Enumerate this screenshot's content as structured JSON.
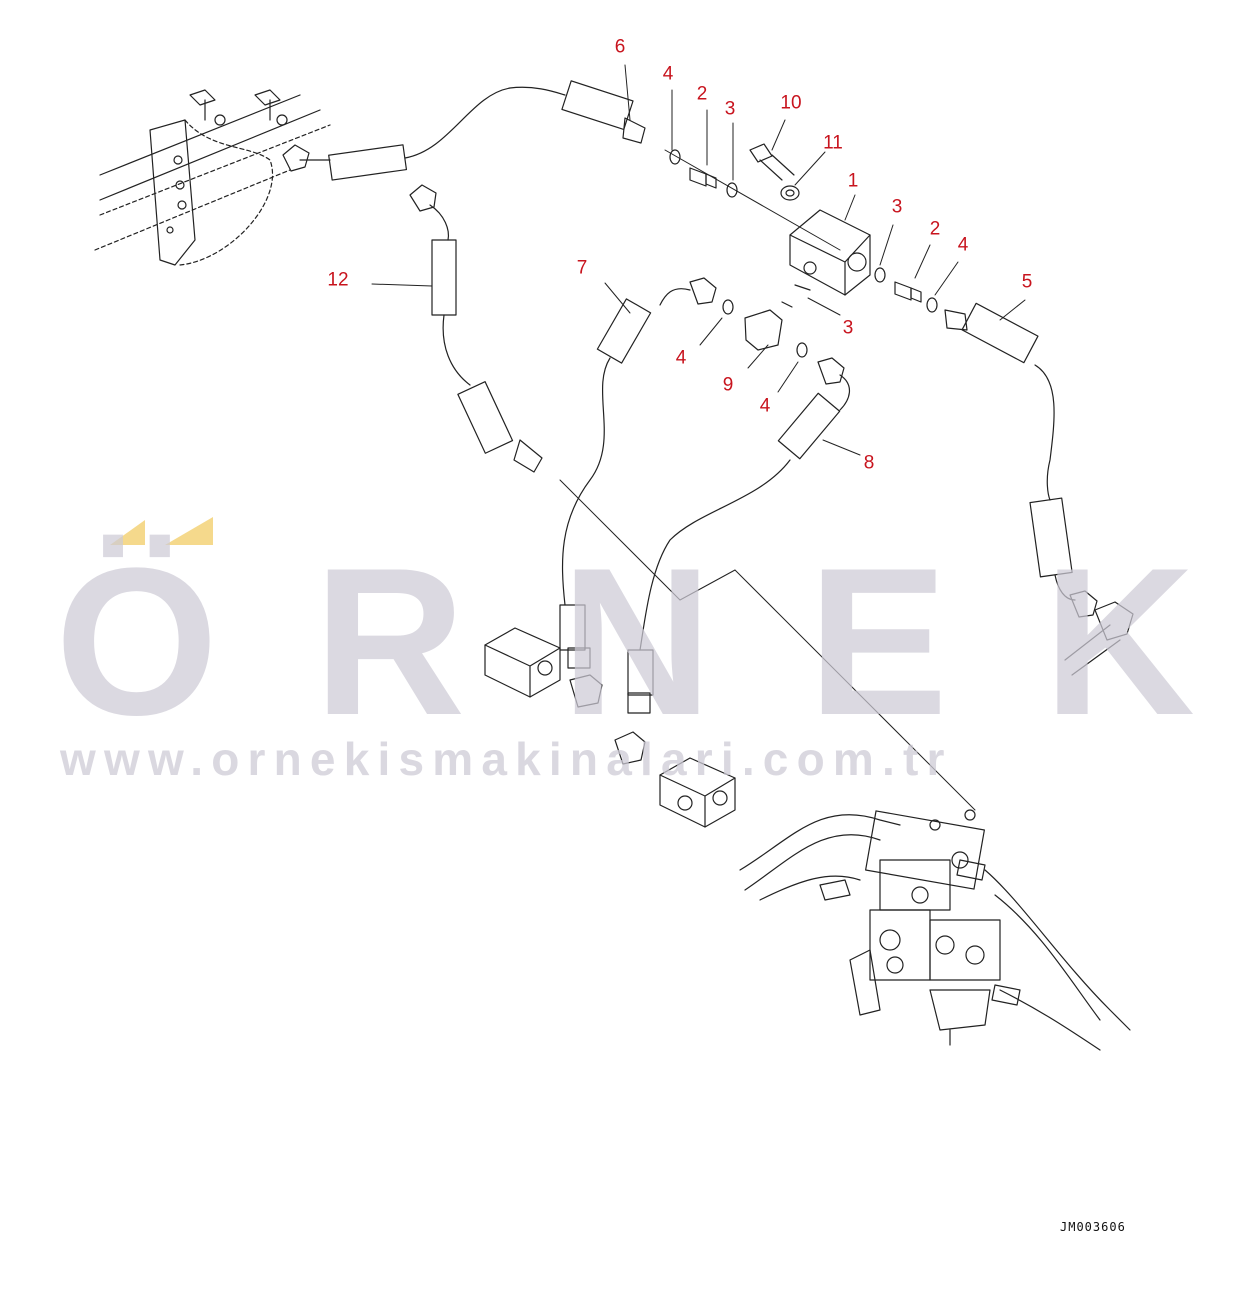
{
  "callouts": [
    {
      "label": "6"
    },
    {
      "label": "4"
    },
    {
      "label": "2"
    },
    {
      "label": "3"
    },
    {
      "label": "10"
    },
    {
      "label": "11"
    },
    {
      "label": "1"
    },
    {
      "label": "3"
    },
    {
      "label": "2"
    },
    {
      "label": "4"
    },
    {
      "label": "5"
    },
    {
      "label": "12"
    },
    {
      "label": "7"
    },
    {
      "label": "3"
    },
    {
      "label": "4"
    },
    {
      "label": "9"
    },
    {
      "label": "4"
    },
    {
      "label": "8"
    }
  ],
  "watermark": {
    "word_letters": [
      "Ö",
      "R",
      "N",
      "E",
      "K"
    ],
    "url": "www.ornekismakinalari.com.tr",
    "color": "#cdcbd6",
    "accent": "#f5d98c"
  },
  "callout_color": "#c8141e",
  "drawing_code": "JM003606"
}
